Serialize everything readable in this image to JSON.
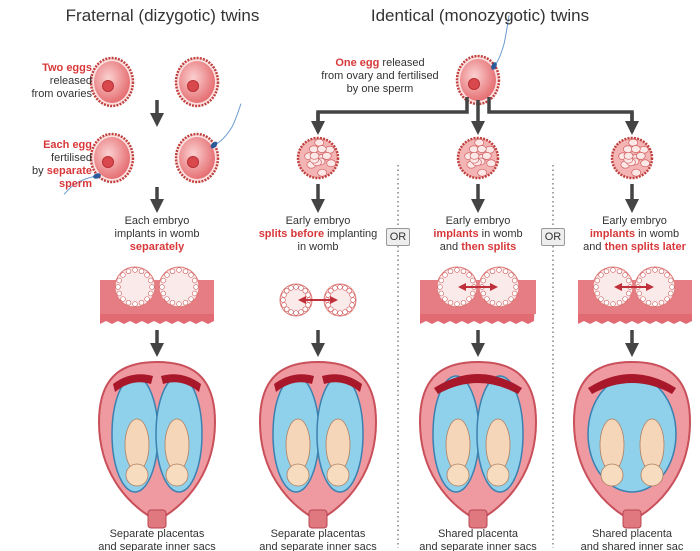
{
  "titles": {
    "fraternal": "Fraternal (dizygotic) twins",
    "identical": "Identical (monozygotic) twins"
  },
  "fraternal": {
    "step1": [
      {
        "text": "Two eggs",
        "hl": true
      },
      {
        "text": " released",
        "hl": false
      },
      {
        "br": true
      },
      {
        "text": "from ovaries",
        "hl": false
      }
    ],
    "step2": [
      {
        "text": "Each egg",
        "hl": true
      },
      {
        "text": " fertilised",
        "hl": false
      },
      {
        "br": true
      },
      {
        "text": "by ",
        "hl": false
      },
      {
        "text": "separate sperm",
        "hl": true
      }
    ],
    "step3": [
      {
        "text": "Each embryo",
        "hl": false
      },
      {
        "br": true
      },
      {
        "text": "implants in womb",
        "hl": false
      },
      {
        "br": true
      },
      {
        "text": "separately",
        "hl": true
      }
    ],
    "result": "Separate placentas\nand separate inner sacs"
  },
  "identical": {
    "step1": [
      {
        "text": "One egg",
        "hl": true
      },
      {
        "text": " released",
        "hl": false
      },
      {
        "br": true
      },
      {
        "text": "from ovary and fertilised",
        "hl": false
      },
      {
        "br": true
      },
      {
        "text": "by one sperm",
        "hl": false
      }
    ],
    "columns": [
      {
        "step": [
          {
            "text": "Early embryo",
            "hl": false
          },
          {
            "br": true
          },
          {
            "text": "splits before",
            "hl": true
          },
          {
            "text": " implanting",
            "hl": false
          },
          {
            "br": true
          },
          {
            "text": "in womb",
            "hl": false
          }
        ],
        "result": "Separate placentas\nand separate inner sacs"
      },
      {
        "step": [
          {
            "text": "Early embryo",
            "hl": false
          },
          {
            "br": true
          },
          {
            "text": "implants",
            "hl": true
          },
          {
            "text": " in womb",
            "hl": false
          },
          {
            "br": true
          },
          {
            "text": "and ",
            "hl": false
          },
          {
            "text": "then splits",
            "hl": true
          }
        ],
        "result": "Shared placenta\nand separate inner sacs"
      },
      {
        "step": [
          {
            "text": "Early embryo",
            "hl": false
          },
          {
            "br": true
          },
          {
            "text": "implants",
            "hl": true
          },
          {
            "text": " in womb",
            "hl": false
          },
          {
            "br": true
          },
          {
            "text": "and ",
            "hl": false
          },
          {
            "text": "then splits later",
            "hl": true
          }
        ],
        "result": "Shared placenta\nand shared inner sac"
      }
    ],
    "or_label": "OR"
  },
  "colors": {
    "highlight": "#d8383a",
    "egg": "#e8787a",
    "sac": "#8fd0ea",
    "placenta": "#a8182a",
    "arrow": "#444444",
    "sperm": "#2a5a9a"
  }
}
